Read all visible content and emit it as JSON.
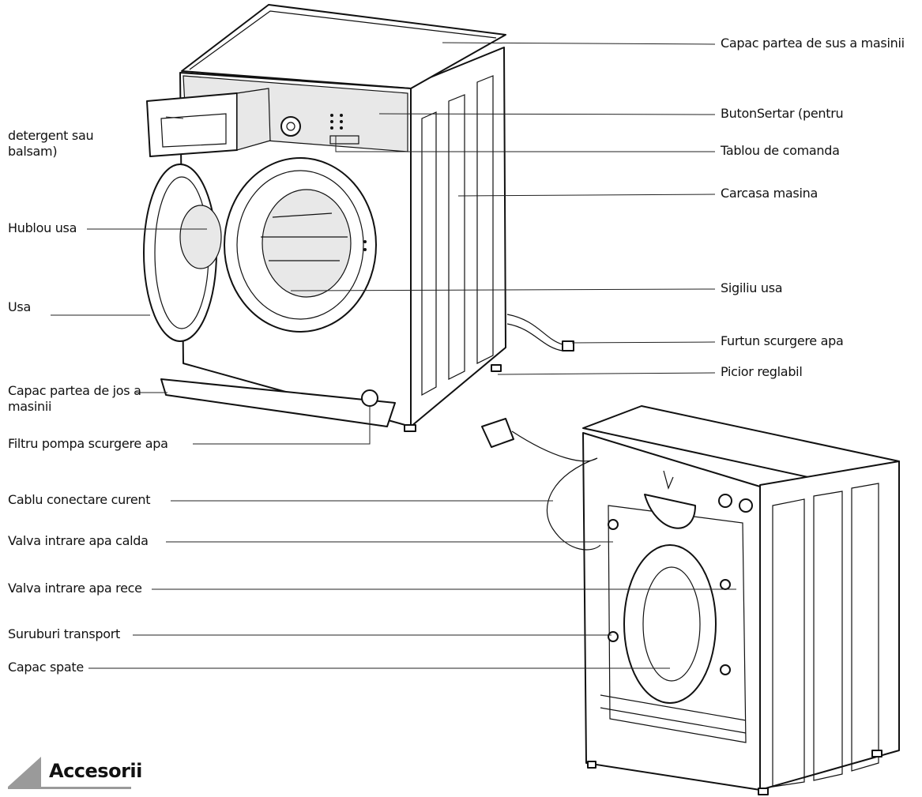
{
  "labels": {
    "top_cover": "Capac partea de sus a masinii",
    "drawer_button": "ButonSertar (pentru",
    "detergent": "detergent sau balsam)",
    "control_panel": "Tablou de comanda",
    "cabinet": "Carcasa masina",
    "door_glass": "Hublou usa",
    "door_seal": "Sigiliu usa",
    "door": "Usa",
    "drain_hose": "Furtun scurgere apa",
    "adjustable_foot": "Picior reglabil",
    "bottom_cover": "Capac partea de jos a masinii",
    "pump_filter": "Filtru pompa scurgere apa",
    "power_cable": "Cablu conectare curent",
    "hot_inlet": "Valva intrare apa calda",
    "cold_inlet": "Valva intrare apa rece",
    "transport_bolts": "Suruburi transport",
    "back_cover": "Capac spate"
  },
  "section": {
    "title": "Accesorii"
  },
  "colors": {
    "line": "#222222",
    "text": "#111111",
    "section_accent": "#9a9a9a"
  }
}
